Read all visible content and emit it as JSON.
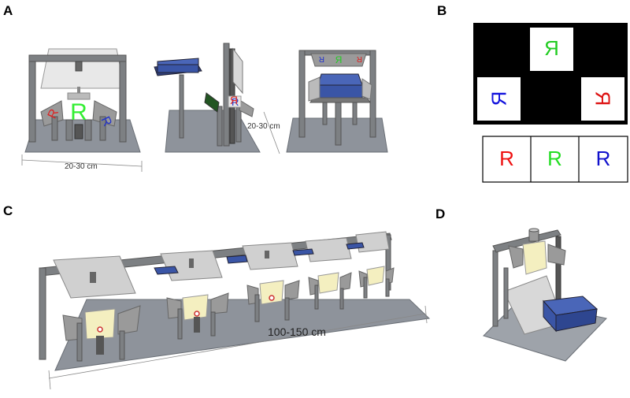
{
  "panels": {
    "a": "A",
    "b": "B",
    "c": "C",
    "d": "D"
  },
  "dimensions": {
    "a_width": "20-30 cm",
    "a_depth": "20-30 cm",
    "c_length": "100-150 cm"
  },
  "panel_b": {
    "top_cell": {
      "letter": "R",
      "color": "#22cc22"
    },
    "left_cell": {
      "letter": "R",
      "color": "#1111dd"
    },
    "right_cell": {
      "letter": "R",
      "color": "#dd1111"
    },
    "row_letters": [
      {
        "letter": "R",
        "color": "#ee1111"
      },
      {
        "letter": "R",
        "color": "#22dd22"
      },
      {
        "letter": "R",
        "color": "#1111cc"
      }
    ]
  },
  "colors": {
    "floor": "#8e939b",
    "frame": "#7a7d7f",
    "screen": "#e6e6e6",
    "box": "#3a5aa8",
    "chamber": "#f3efbf"
  }
}
